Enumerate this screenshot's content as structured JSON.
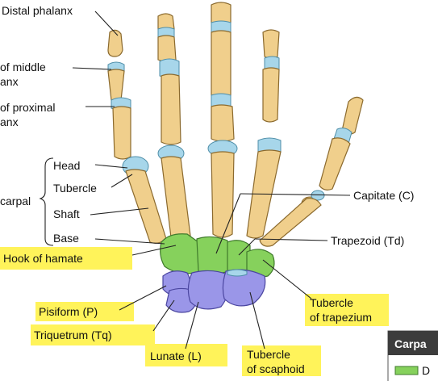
{
  "labels": {
    "distal_phalanx": "Distal phalanx",
    "middle_1": "of middle",
    "middle_2": "anx",
    "proximal_1": "of proximal",
    "proximal_2": "anx",
    "head": "Head",
    "tubercle": "Tubercle",
    "carpal": "carpal",
    "shaft": "Shaft",
    "base": "Base",
    "capitate": "Capitate (C)",
    "trapezoid": "Trapezoid (Td)",
    "hook_of_hamate": "Hook of hamate",
    "pisiform": "Pisiform (P)",
    "triquetrum": "Triquetrum (Tq)",
    "lunate": "Lunate (L)",
    "tubercle_scaphoid_1": "Tubercle",
    "tubercle_scaphoid_2": "of scaphoid",
    "tubercle_trapezium_1": "Tubercle",
    "tubercle_trapezium_2": "of trapezium"
  },
  "legend": {
    "title": "Carpa",
    "item_letter": "D"
  },
  "colors": {
    "bone": "#f0cf8c",
    "cartilage": "#a7d6ea",
    "distal_carpals": "#86d15c",
    "proximal_carpals": "#9a96e8",
    "highlight": "#fff35a"
  }
}
